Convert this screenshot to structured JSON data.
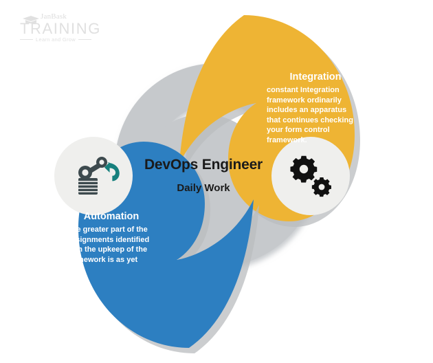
{
  "logo": {
    "name": "JanBask",
    "wordmark": "TRAINING",
    "tagline": "Learn and Grow",
    "icon": "graduation-cap-icon",
    "color": "#9a9a9a"
  },
  "center": {
    "title": "DevOps Engineer",
    "subtitle": "Daily Work",
    "color": "#c6c9cc"
  },
  "segments": [
    {
      "id": "automation",
      "heading": "Automation",
      "body": "The greater part of the assignments identified with the upkeep of the framework is as yet",
      "color": "#2d7fc1",
      "icon": "robot-arm-icon",
      "icon_accent": "#17807d",
      "icon_body": "#3d4a4e",
      "icon_bg": "#efefed"
    },
    {
      "id": "integration",
      "heading": "Integration",
      "body": "constant Integration framework ordinarily includes an apparatus that continues checking your form control framework.",
      "color": "#eeb434",
      "icon": "gears-icon",
      "icon_accent": "#111111",
      "icon_body": "#111111",
      "icon_bg": "#efefed"
    }
  ],
  "palette": {
    "background": "#ffffff",
    "gray_ring": "#c6c9cc",
    "shadow": "#b9bcbf",
    "text_dark": "#1a1a1a",
    "text_light": "#ffffff"
  }
}
